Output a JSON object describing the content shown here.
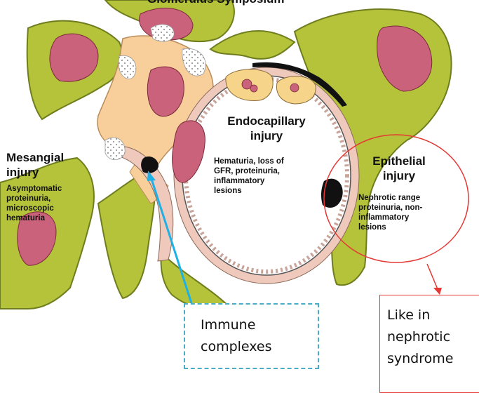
{
  "diagram": {
    "top_cut_title": "Glomerulus Symposium",
    "mesangial": {
      "title_line1": "Mesangial",
      "title_line2": "injury",
      "desc_lines": [
        "Asymptomatic",
        "proteinuria,",
        "microscopic",
        "hematuria"
      ]
    },
    "endocapillary": {
      "title_line1": "Endocapillary",
      "title_line2": "injury",
      "desc_lines": [
        "Hematuria, loss of",
        "GFR, proteinuria,",
        "inflammatory",
        "lesions"
      ]
    },
    "epithelial": {
      "title_line1": "Epithelial",
      "title_line2": "injury",
      "desc_lines": [
        "Nephrotic range",
        "proteinuria, non-",
        "inflammatory",
        "lesions"
      ]
    }
  },
  "annotations": {
    "immune": {
      "lines": [
        "Immune",
        "complexes"
      ]
    },
    "nephrotic": {
      "lines": [
        "Like in",
        "nephrotic",
        "syndrome"
      ]
    }
  },
  "colors": {
    "green": "#b5c33a",
    "green_dark": "#6f7d1e",
    "mesangium": "#f8cf9b",
    "nucleus": "#c9627a",
    "pink": "#f0c9bd",
    "callout_blue": "#4bacc6",
    "arrow_cyan": "#1fb1e6",
    "callout_red": "#e53935"
  }
}
